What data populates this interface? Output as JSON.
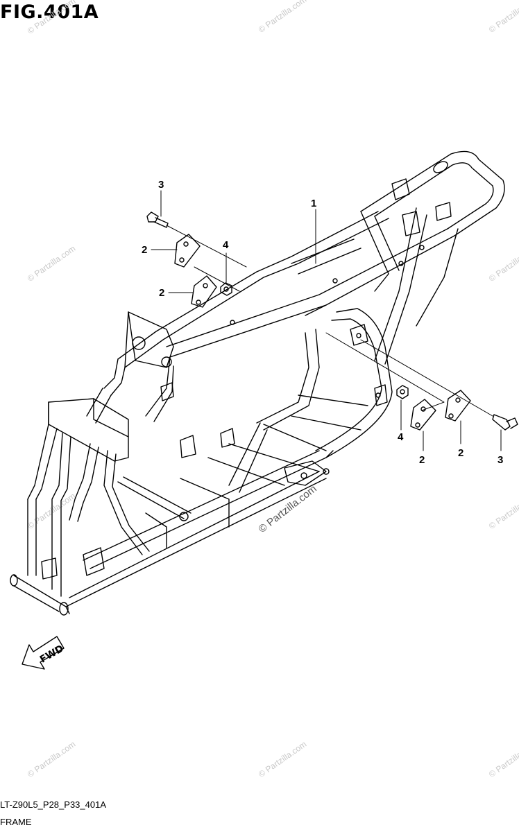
{
  "figure": {
    "title": "FIG.401A"
  },
  "callouts": [
    {
      "id": "c1",
      "label": "1"
    },
    {
      "id": "c2a",
      "label": "2"
    },
    {
      "id": "c2b",
      "label": "2"
    },
    {
      "id": "c2c",
      "label": "2"
    },
    {
      "id": "c2d",
      "label": "2"
    },
    {
      "id": "c3a",
      "label": "3"
    },
    {
      "id": "c3b",
      "label": "3"
    },
    {
      "id": "c4a",
      "label": "4"
    },
    {
      "id": "c4b",
      "label": "4"
    }
  ],
  "direction_marker": {
    "label": "FWD"
  },
  "watermark_text": "© Partzilla.com",
  "footer": {
    "code": "LT-Z90L5_P28_P33_401A",
    "name": "FRAME"
  }
}
